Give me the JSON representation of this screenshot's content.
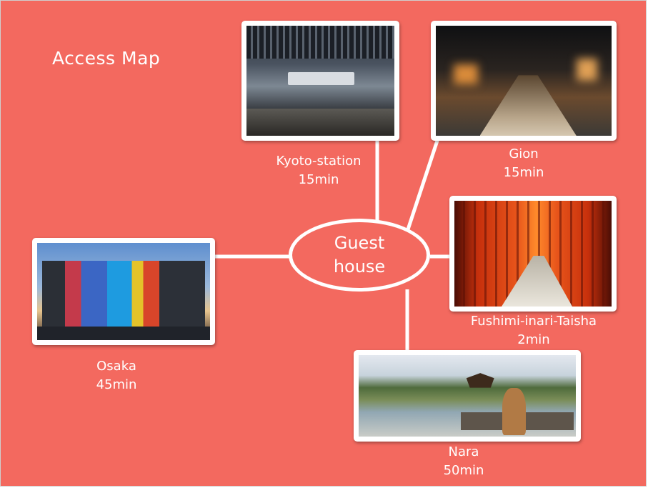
{
  "title": "Access Map",
  "hub": {
    "line1": "Guest",
    "line2": "house"
  },
  "destinations": [
    {
      "id": "kyoto-station",
      "name": "Kyoto-station",
      "time": "15min"
    },
    {
      "id": "gion",
      "name": "Gion",
      "time": "15min"
    },
    {
      "id": "fushimi-inari-taisha",
      "name": "Fushimi-inari-Taisha",
      "time": "2min"
    },
    {
      "id": "osaka",
      "name": "Osaka",
      "time": "45min"
    },
    {
      "id": "nara",
      "name": "Nara",
      "time": "50min"
    }
  ],
  "colors": {
    "background": "#f3695f",
    "foreground": "#ffffff"
  }
}
